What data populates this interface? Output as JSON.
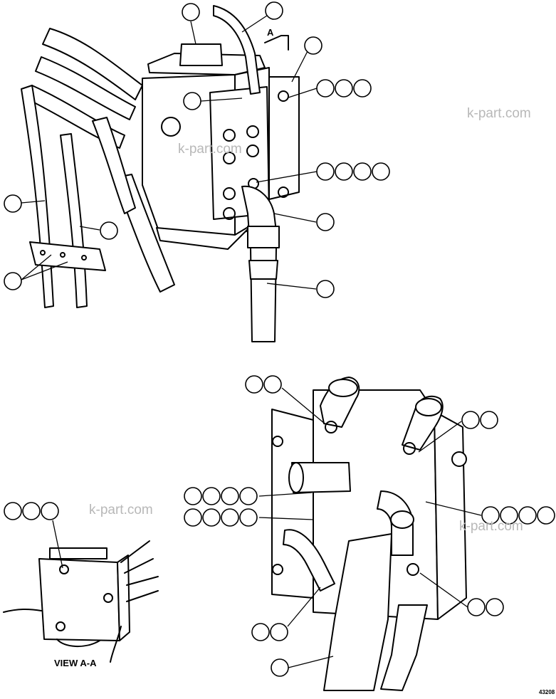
{
  "view_label": "VIEW A-A",
  "view_marker": "A",
  "figure_number": "43208",
  "watermark": "k-part.com"
}
